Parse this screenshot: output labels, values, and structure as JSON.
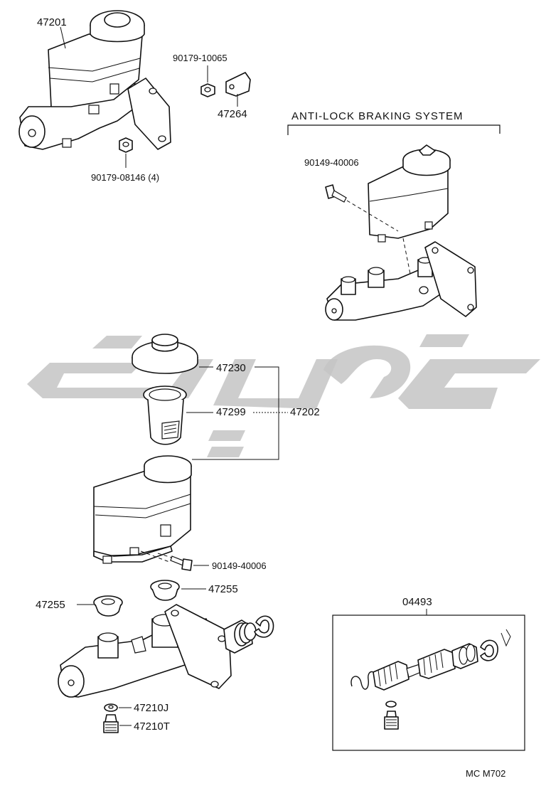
{
  "labels": {
    "p47201": "47201",
    "p90179_10065": "90179-10065",
    "p47264": "47264",
    "p90179_08146": "90179-08146 (4)",
    "abs_title": "ANTI-LOCK BRAKING SYSTEM",
    "p90149_40006_abs": "90149-40006",
    "p47230": "47230",
    "p47299": "47299",
    "p47202": "47202",
    "p90149_40006": "90149-40006",
    "p47255_right": "47255",
    "p47255_left": "47255",
    "p47210J": "47210J",
    "p47210T": "47210T",
    "p04493": "04493",
    "footer_code": "MC  M702"
  },
  "watermark": {
    "color": "#c4c4c4"
  }
}
